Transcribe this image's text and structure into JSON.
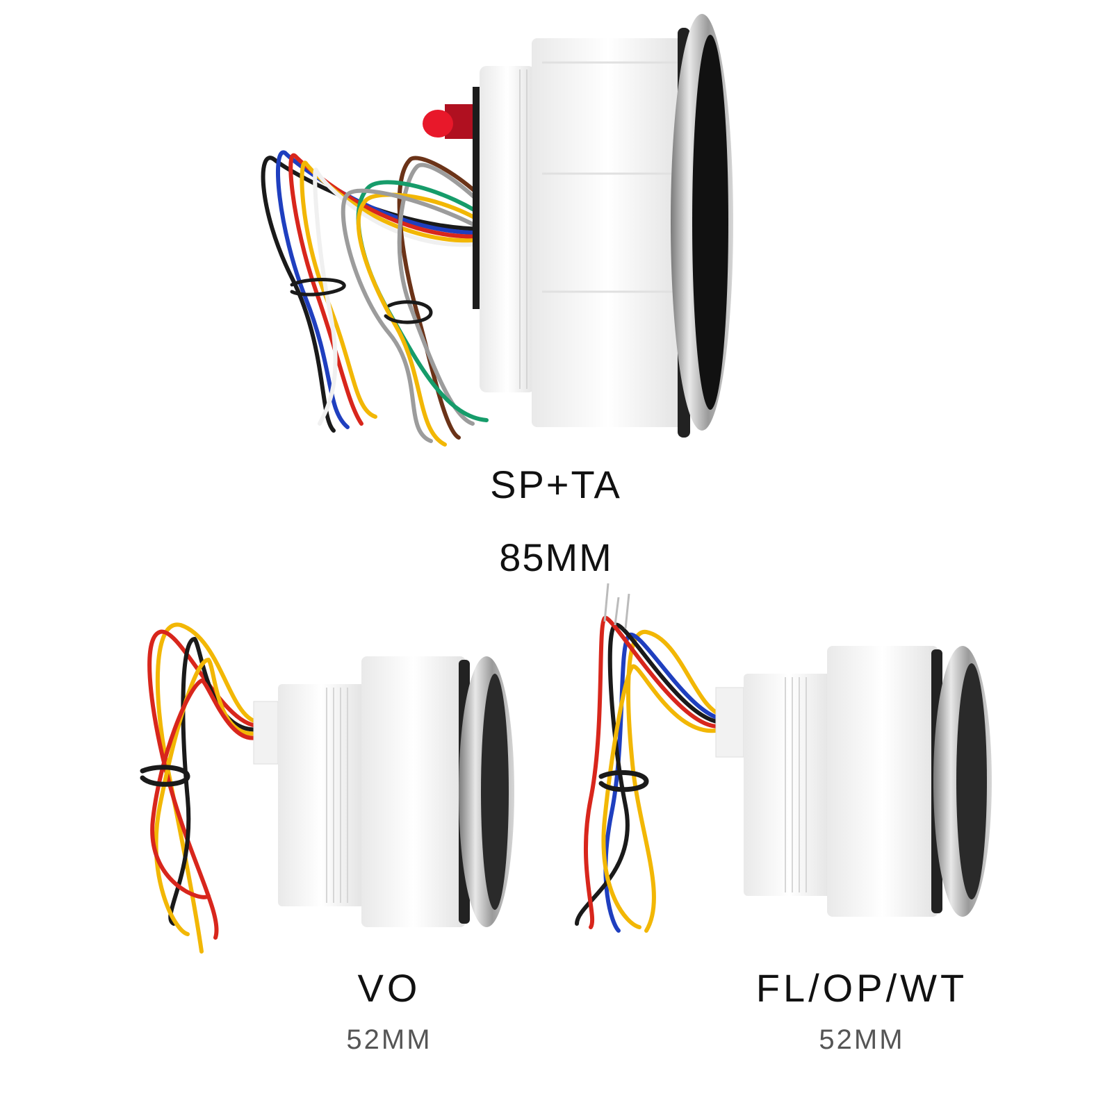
{
  "products": [
    {
      "name": "SP+TA",
      "size": "85MM"
    },
    {
      "name": "VO",
      "size": "52MM"
    },
    {
      "name": "FL/OP/WT",
      "size": "52MM"
    }
  ],
  "colors": {
    "background": "#ffffff",
    "housing": "#f4f4f4",
    "bezel": "#c8c8c8",
    "wire_red": "#d8261c",
    "wire_yellow": "#f2b705",
    "wire_black": "#1a1a1a",
    "wire_blue": "#1f3fbf",
    "wire_green": "#169c6a",
    "wire_brown": "#6b3318",
    "wire_white": "#f0f0f0",
    "wire_grey": "#9c9c9c",
    "cap_red": "#e8182a"
  }
}
